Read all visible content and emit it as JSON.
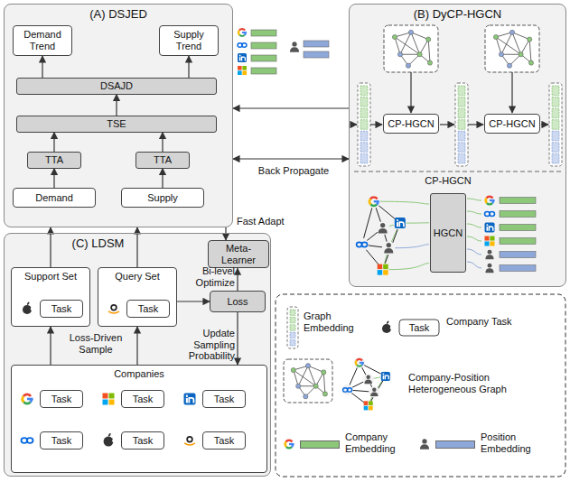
{
  "diagram": {
    "nodes": [
      {
        "text": [
          "(A) DSJED"
        ]
      },
      {
        "text": [
          "Demand Trend"
        ],
        "in": 0
      },
      {
        "text": [
          "Supply Trend"
        ],
        "in": 0
      },
      {
        "text": [
          "DSAJD"
        ],
        "in": 0
      },
      {
        "text": [
          "TSE"
        ],
        "in": 0
      },
      {
        "text": [
          "TTA"
        ],
        "in": 0
      },
      {
        "text": [
          "TTA"
        ],
        "in": 0
      },
      {
        "text": [
          "Demand"
        ],
        "in": 0
      },
      {
        "text": [
          "Supply"
        ],
        "in": 0
      },
      {
        "text": [
          "(B) DyCP-HGCN"
        ]
      },
      {
        "text": [
          "CP-HGCN"
        ],
        "in": 9
      },
      {
        "text": [
          "CP-HGCN"
        ],
        "in": 9
      },
      {
        "text": [
          "HGCN"
        ],
        "in": 9
      },
      {
        "text": [
          "(C) LDSM"
        ]
      },
      {
        "text": [
          "Meta-Learner"
        ],
        "in": 13
      },
      {
        "text": [
          "Support Set"
        ],
        "in": 13
      },
      {
        "text": [
          "Task"
        ],
        "in": 15
      },
      {
        "text": [
          "Query Set"
        ],
        "in": 13
      },
      {
        "text": [
          "Task"
        ],
        "in": 17
      },
      {
        "text": [
          "Loss"
        ],
        "in": 13
      },
      {
        "text": [
          "Companies"
        ],
        "in": 13
      },
      {
        "text": [
          "Task"
        ],
        "in": 20
      },
      {
        "text": [
          "Task"
        ],
        "in": 20
      },
      {
        "text": [
          "Task"
        ],
        "in": 20
      },
      {
        "text": [
          "Task"
        ],
        "in": 20
      },
      {
        "text": [
          "Task"
        ],
        "in": 20
      },
      {
        "text": [
          "Task"
        ],
        "in": 20
      }
    ],
    "edges": [
      {
        "from": 7,
        "to": 5,
        "arrow": "to"
      },
      {
        "from": 8,
        "to": 6,
        "arrow": "to"
      },
      {
        "from": 5,
        "to": 4,
        "arrow": "to"
      },
      {
        "from": 6,
        "to": 4,
        "arrow": "to"
      },
      {
        "from": 4,
        "to": 3,
        "arrow": "to"
      },
      {
        "from": 3,
        "to": 1,
        "arrow": "to"
      },
      {
        "from": 3,
        "to": 2,
        "arrow": "to"
      },
      {
        "from": 9,
        "to": 0,
        "arrow": "to"
      },
      {
        "from": 0,
        "to": 9,
        "label": "Back Propagate",
        "arrow": "both"
      },
      {
        "from": 0,
        "to": 14,
        "label": "Fast Adapt",
        "arrow": "to"
      },
      {
        "from": 15,
        "to": 0,
        "arrow": "to"
      },
      {
        "from": 17,
        "to": 0,
        "arrow": "to"
      },
      {
        "from": 20,
        "to": 15,
        "label": "Loss-Driven Sample",
        "arrow": "to"
      },
      {
        "from": 20,
        "to": 17,
        "arrow": "to"
      },
      {
        "from": 17,
        "to": 19,
        "arrow": "to"
      },
      {
        "from": 19,
        "to": 14,
        "label": "Bi-level Optimize",
        "arrow": "to"
      },
      {
        "from": 19,
        "to": 20,
        "label": "Update Sampling Probability",
        "arrow": "to"
      }
    ],
    "labels": [
      "CP-HGCN",
      "Task"
    ],
    "legend": [
      {
        "text": "Graph Embedding"
      },
      {
        "text": "Company Task"
      },
      {
        "text": "Company-Position Heterogeneous Graph"
      },
      {
        "text": "Company Embedding",
        "color": "#8cc77a"
      },
      {
        "text": "Position Embedding",
        "color": "#8fa8da"
      }
    ]
  }
}
